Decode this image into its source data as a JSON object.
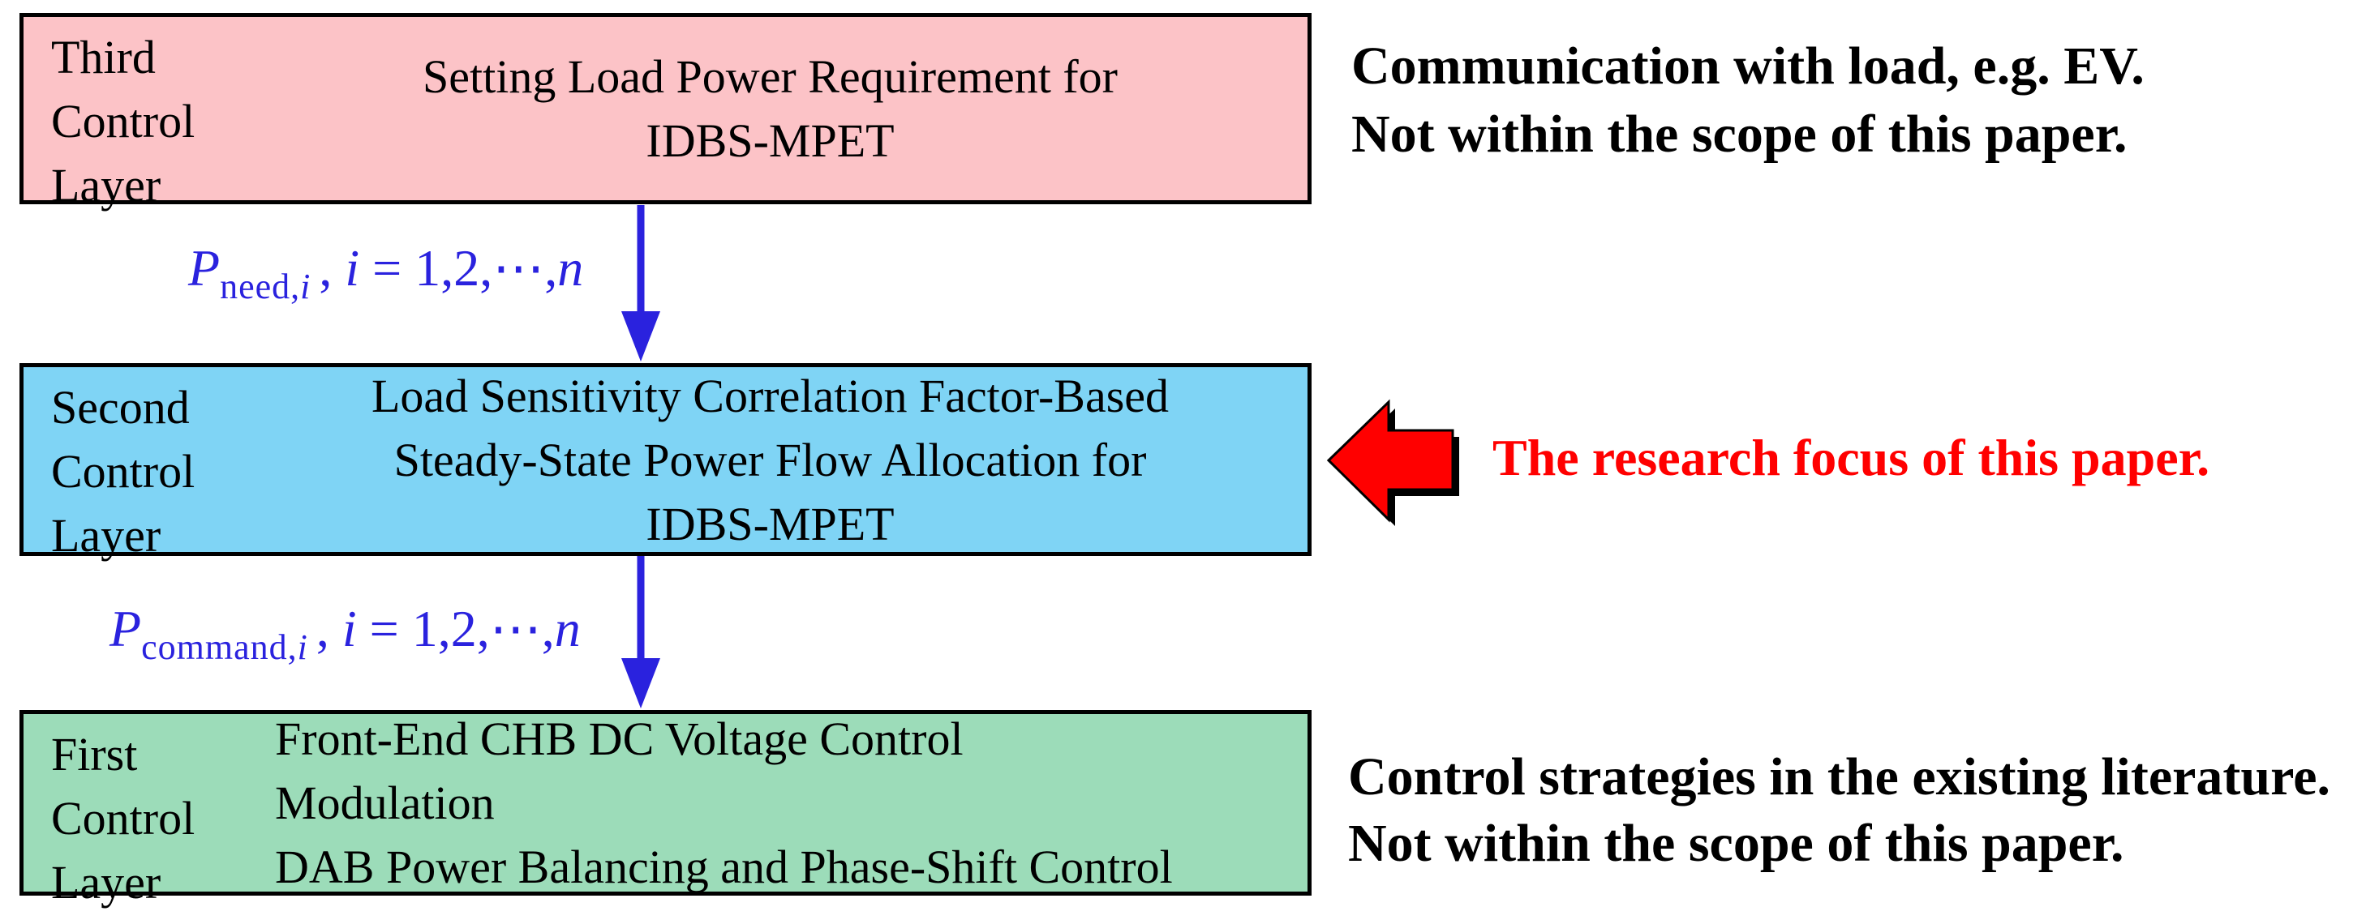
{
  "colors": {
    "third_layer_fill": "#fcc3c7",
    "second_layer_fill": "#7fd4f5",
    "first_layer_fill": "#9cdcb9",
    "box_border": "#000000",
    "flow_arrow_blue": "#2a22de",
    "focus_arrow_red": "#ff0000",
    "annotation_text": "#000000"
  },
  "boxes": [
    {
      "layer": [
        "Third",
        "Control",
        "Layer"
      ],
      "lines": [
        "Setting Load Power Requirement for",
        "IDBS-MPET"
      ]
    },
    {
      "layer": [
        "Second",
        "Control",
        "Layer"
      ],
      "lines": [
        "Load Sensitivity Correlation Factor-Based",
        "Steady-State Power Flow Allocation for",
        "IDBS-MPET"
      ]
    },
    {
      "layer": [
        "First",
        "Control",
        "Layer"
      ],
      "lines": [
        "Front-End CHB DC Voltage Control",
        "Modulation",
        "DAB Power Balancing and Phase-Shift Control"
      ]
    }
  ],
  "formulas": [
    {
      "sym": "P",
      "sub": "need,",
      "subvar": "i",
      "comma": ",",
      "var": "i",
      "rest": " = 1,2,⋯,",
      "nvar": "n"
    },
    {
      "sym": "P",
      "sub": "command,",
      "subvar": "i",
      "comma": ",",
      "var": "i",
      "rest": " = 1,2,⋯,",
      "nvar": "n"
    }
  ],
  "annotations": {
    "top": {
      "line1": "Communication with load, e.g. EV.",
      "line2": "Not within the scope of this paper."
    },
    "focus": "The research focus of this paper.",
    "bottom": {
      "line1": "Control strategies in the existing literature.",
      "line2": "Not within the scope of this paper."
    }
  },
  "icons": {
    "down_arrow_1": "down-arrow",
    "down_arrow_2": "down-arrow",
    "focus_arrow": "left-block-arrow"
  }
}
